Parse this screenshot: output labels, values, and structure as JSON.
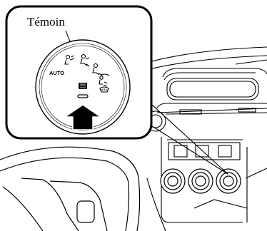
{
  "callout": {
    "label": "Témoin"
  },
  "dial": {
    "mode_label": "AUTO",
    "icons": [
      "airflow-face-icon",
      "airflow-face-feet-icon",
      "airflow-feet-icon",
      "airflow-feet-defrost-icon",
      "windshield-defrost-icon",
      "rear-defrost-icon"
    ],
    "indicator": "indicator-lamp"
  },
  "pointer": "up-arrow-icon"
}
